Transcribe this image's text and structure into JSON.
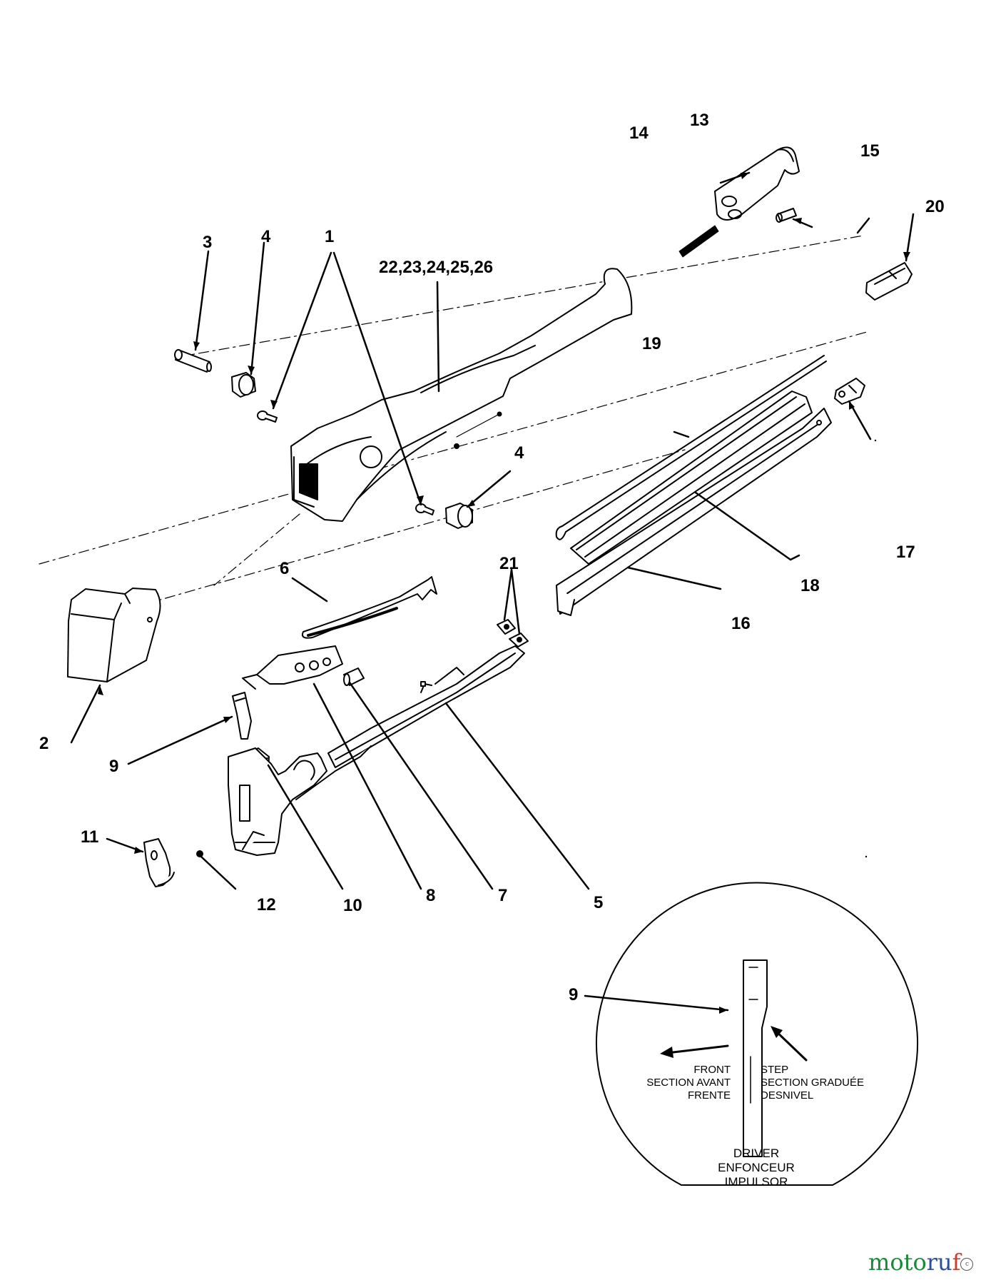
{
  "callouts": {
    "c1": "1",
    "c2": "2",
    "c3": "3",
    "c4a": "4",
    "c4b": "4",
    "c5": "5",
    "c6": "6",
    "c7": "7",
    "c8": "8",
    "c9a": "9",
    "c9b": "9",
    "c10": "10",
    "c11": "11",
    "c12": "12",
    "c13": "13",
    "c14": "14",
    "c15": "15",
    "c16": "16",
    "c17": "17",
    "c18": "18",
    "c19": "19",
    "c20": "20",
    "c21": "21",
    "c22_26": "22,23,24,25,26"
  },
  "detail": {
    "front": [
      "FRONT",
      "SECTION AVANT",
      "FRENTE"
    ],
    "step": [
      "STEP",
      "SECTION GRADUÉE",
      "DESNIVEL"
    ],
    "driver": [
      "DRIVER",
      "ENFONCEUR",
      "IMPULSOR"
    ]
  },
  "watermark": {
    "part1": "moto",
    "part2": "ru",
    "part3": "f",
    "seal": "c"
  }
}
